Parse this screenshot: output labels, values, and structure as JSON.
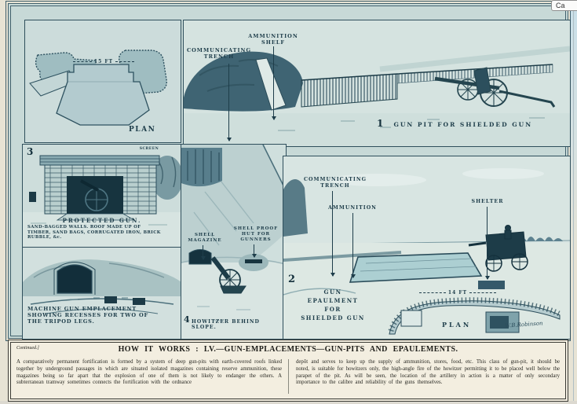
{
  "chrome": {
    "corner_button": "Ca"
  },
  "colors": {
    "plate_background": "#c7d9d7",
    "ink": "#1e3d4a",
    "paper": "#e7e3d4",
    "footer_paper": "#f3eee0"
  },
  "panels": {
    "plan_top": {
      "dimension": "15 FT",
      "caption": "PLAN"
    },
    "gunpit": {
      "number": "1",
      "caption": "GUN PIT FOR SHIELDED GUN",
      "label_shelf": "AMMUNITION\nSHELF",
      "label_trench": "COMMUNICATING\nTRENCH"
    },
    "protected": {
      "number": "3",
      "screen_label": "SCREEN",
      "title": "PROTECTED GUN.",
      "desc": "SAND-BAGGED WALLS.  ROOF MADE UP OF\nTIMBER, SAND BAGS, CORRUGATED IRON, BRICK\nRUBBLE, &c."
    },
    "machine": {
      "caption": "MACHINE GUN EMPLACEMENT\nSHOWING RECESSES FOR TWO OF\nTHE TRIPOD LEGS."
    },
    "howitzer": {
      "number": "4",
      "caption": "HOWITZER BEHIND SLOPE.",
      "label_magazine": "SHELL\nMAGAZINE",
      "label_hut": "SHELL PROOF\nHUT FOR\nGUNNERS"
    },
    "epaulment": {
      "number": "2",
      "caption": "GUN\nEPAULMENT\nFOR\nSHIELDED GUN",
      "label_trench": "COMMUNICATING\nTRENCH",
      "label_ammo": "AMMUNITION",
      "label_shelter": "SHELTER",
      "plan_dimension": "14 FT",
      "plan_label": "PLAN",
      "signature": "W.B.Robinson"
    }
  },
  "footer": {
    "continued": "Continued.]",
    "heading": "HOW IT WORKS :  LV.—GUN-EMPLACEMENTS—GUN-PITS AND EPAULEMENTS.",
    "col_left": "A comparatively permanent fortification is formed by a system of deep gun-pits with earth-covered roofs linked together by underground passages in which are situated isolated magazines containing reserve ammunition, these magazines being so far apart that the explosion of one of them is not likely to endanger the others.  A subterranean tramway sometimes connects the fortification with the ordnance",
    "col_right": "depôt and serves to keep up the supply of ammunition, stores, food, etc.  This class of gun-pit, it should be noted, is suitable for howitzers only, the high-angle fire of the howitzer permitting it to be placed well below the parapet of the pit.  As will be seen, the location of the artillery in action is a matter of only secondary importance to the calibre and reliability of the guns themselves."
  }
}
